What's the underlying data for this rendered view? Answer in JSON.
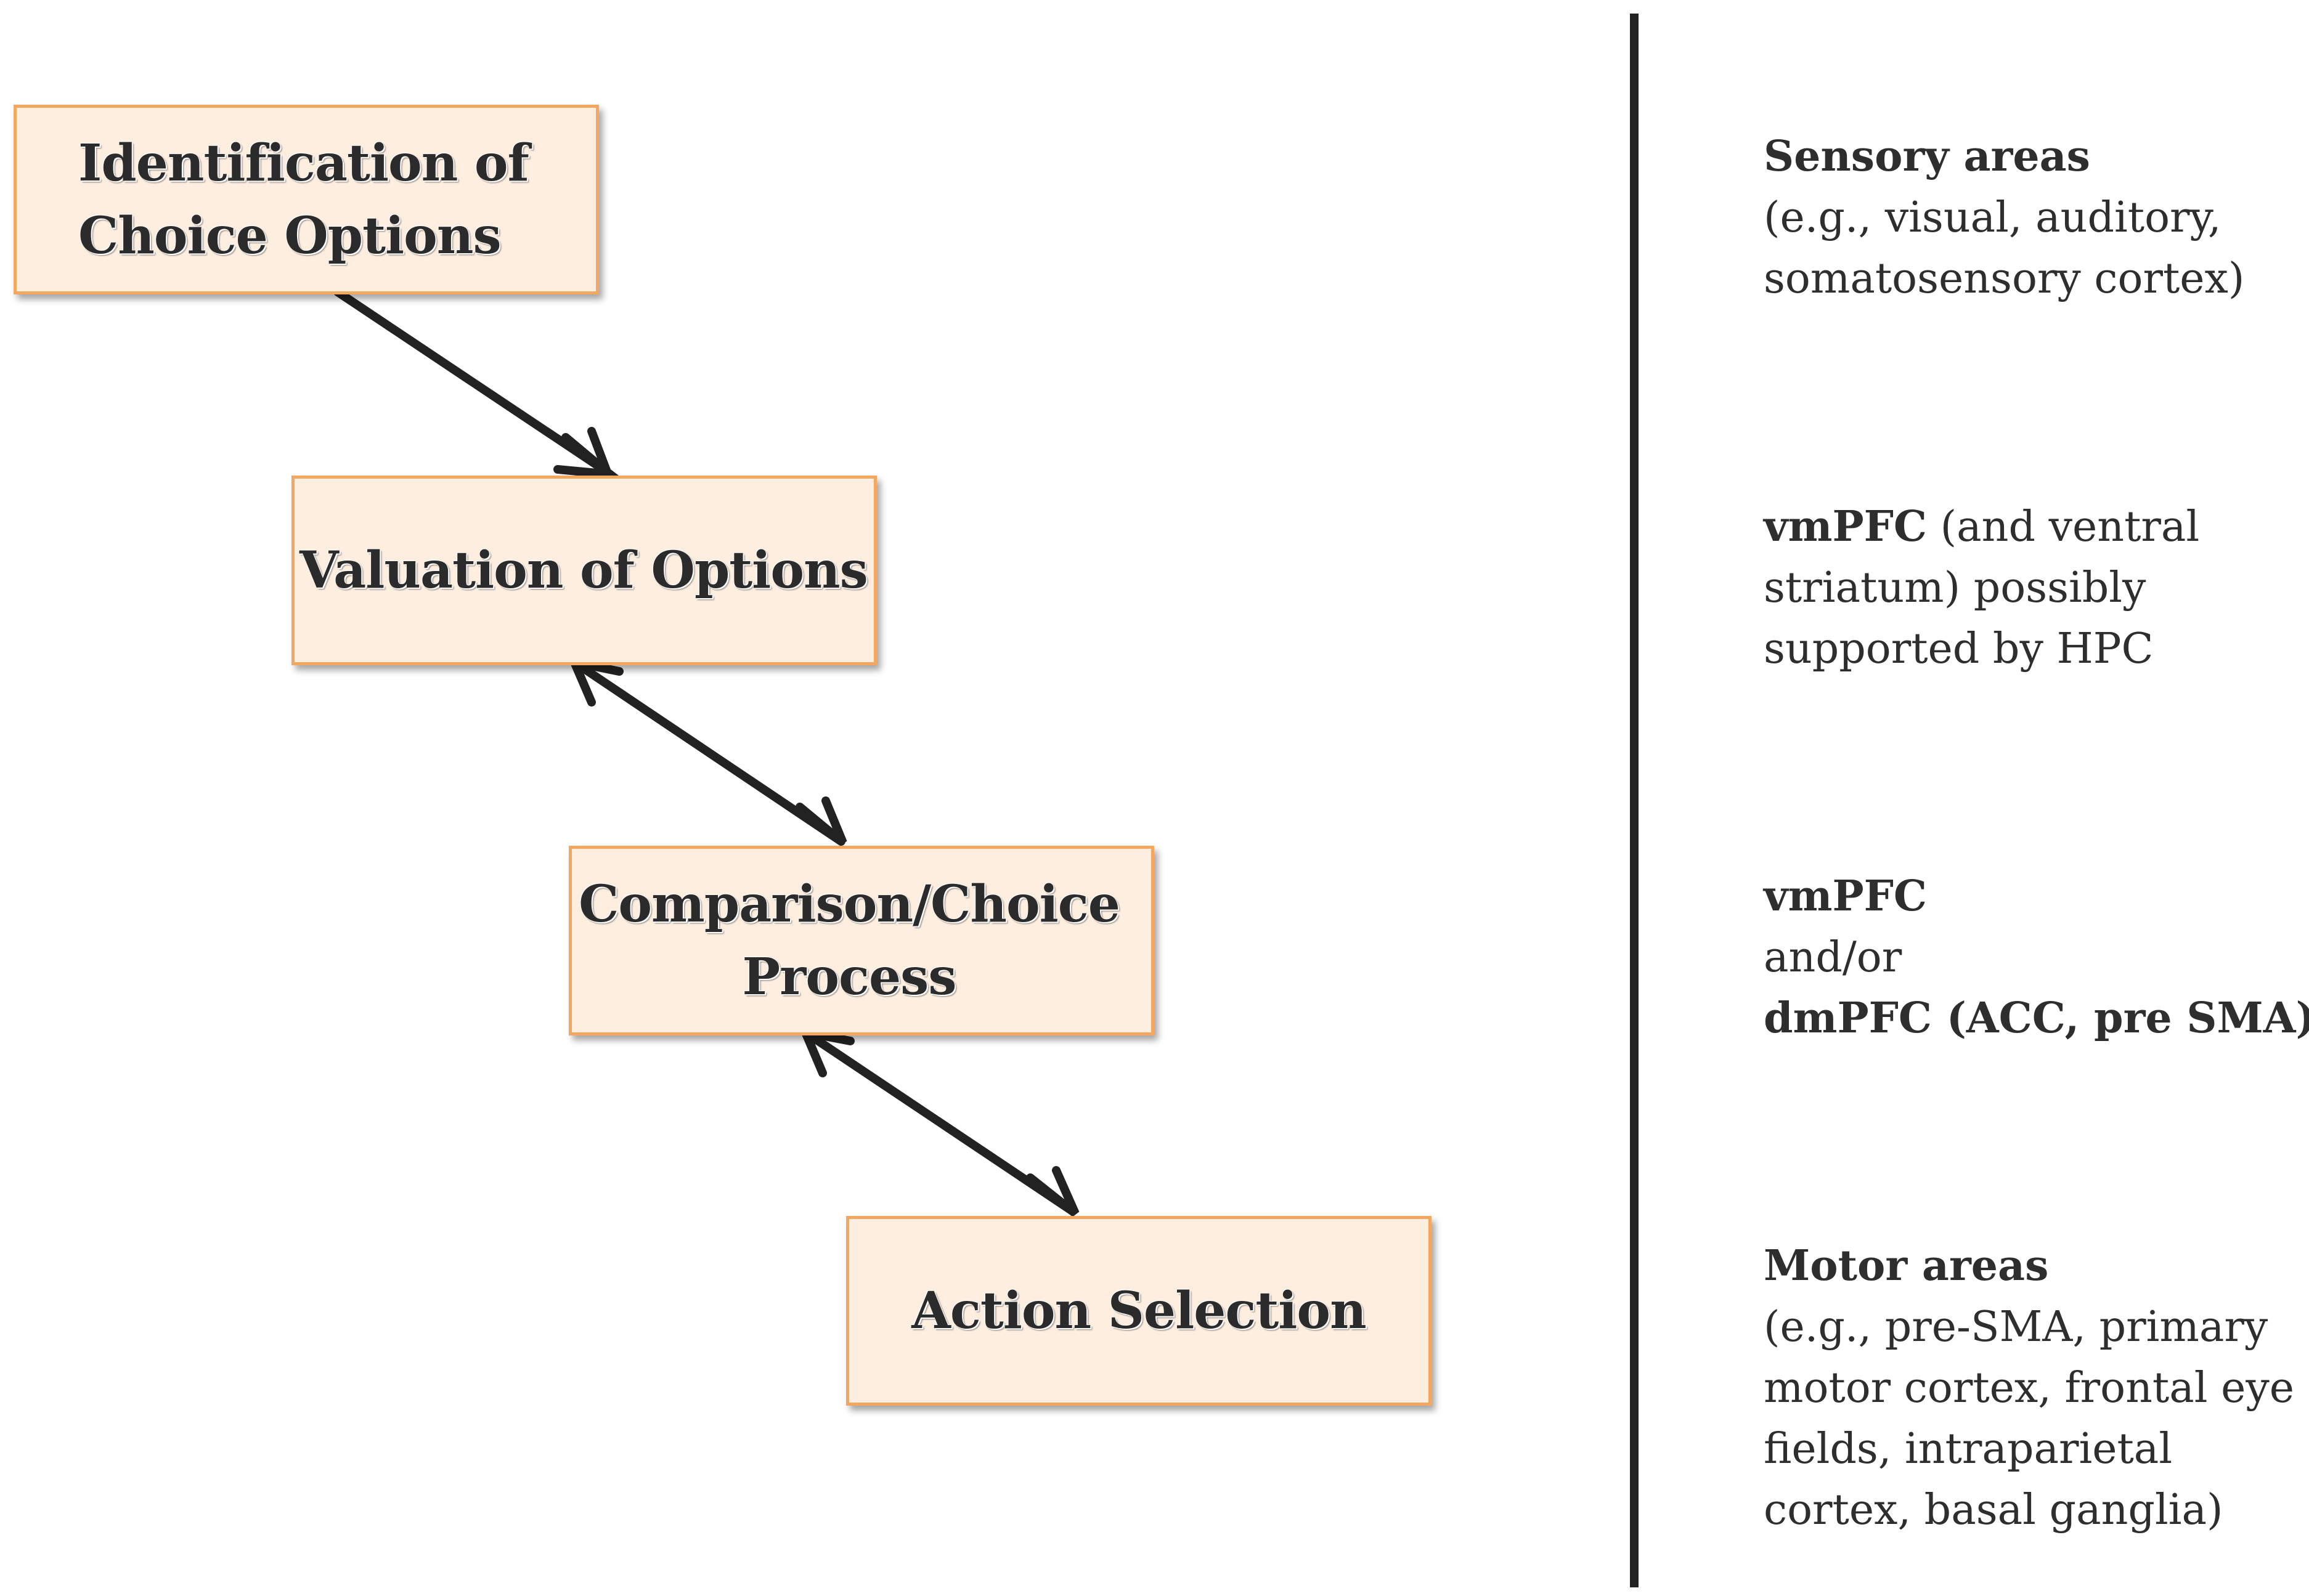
{
  "stages": [
    {
      "lines": [
        "Identification of",
        "Choice Options"
      ]
    },
    {
      "lines": [
        "Valuation of Options"
      ]
    },
    {
      "lines": [
        "Comparison/Choice",
        "Process"
      ]
    },
    {
      "lines": [
        "Action Selection"
      ]
    }
  ],
  "regions": [
    {
      "title": "Sensory areas",
      "lines": [
        "(e.g., visual, auditory,",
        "somatosensory cortex)"
      ]
    },
    {
      "bold_lead": "vmPFC",
      "lead_rest": " (and ventral",
      "lines": [
        "striatum) possibly",
        "supported by HPC"
      ]
    },
    {
      "line1_bold": "vmPFC",
      "line2": "and/or",
      "line3_bold": "dmPFC (ACC, pre SMA)"
    },
    {
      "title": "Motor areas",
      "lines": [
        "(e.g., pre-SMA, primary",
        "motor cortex, frontal eye",
        "fields, intraparietal",
        "cortex, basal ganglia)"
      ]
    }
  ],
  "arrows": [
    {
      "from": "Identification of Choice Options",
      "to": "Valuation of Options",
      "direction": "forward"
    },
    {
      "from": "Valuation of Options",
      "to": "Comparison/Choice Process",
      "direction": "bidirectional"
    },
    {
      "from": "Comparison/Choice Process",
      "to": "Action Selection",
      "direction": "bidirectional"
    }
  ],
  "colors": {
    "box_fill": "#fdeee0",
    "box_border": "#f3a75f",
    "text": "#2b2b2b",
    "arrow": "#222222",
    "divider": "#222222"
  }
}
